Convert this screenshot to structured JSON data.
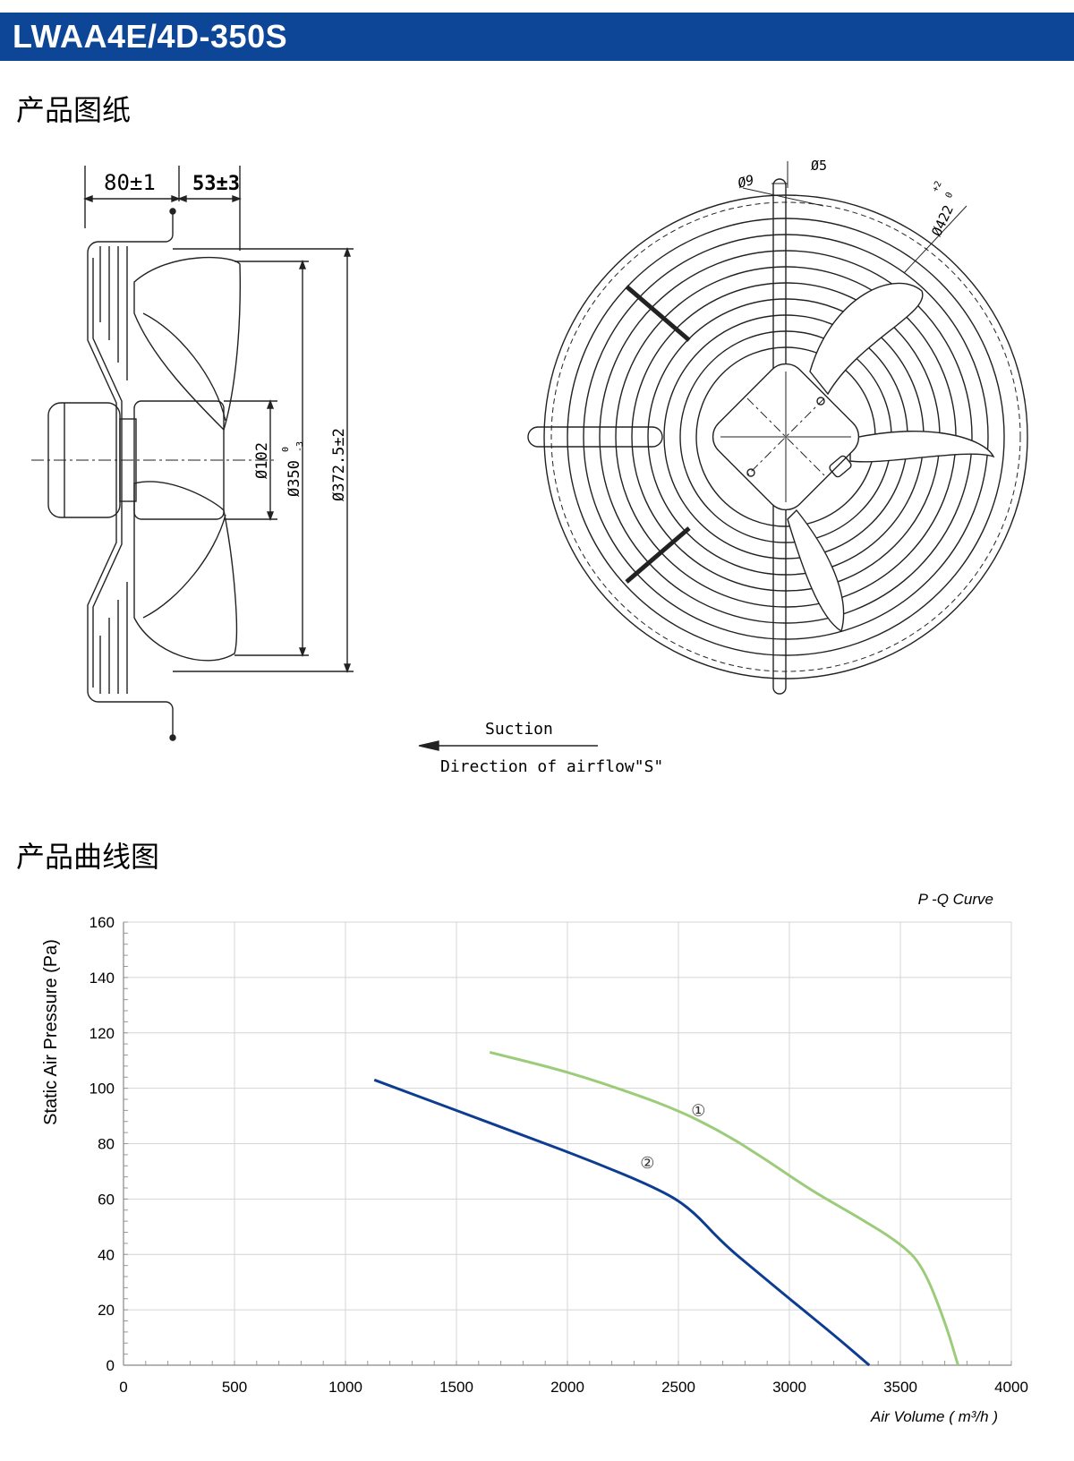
{
  "header": {
    "title": "LWAA4E/4D-350S"
  },
  "sections": {
    "drawing_title": "产品图纸",
    "curve_title": "产品曲线图"
  },
  "drawing": {
    "dim_depth": "80±1",
    "dim_flange": "53±3",
    "dim_hub": "Ø102",
    "dim_blade": "Ø350",
    "dim_blade_tol_top": "0",
    "dim_blade_tol_bottom": "-3",
    "dim_ring": "Ø372.5±2",
    "dim_hole9": "Ø9",
    "dim_hole5": "Ø5",
    "dim_outer": "Ø422",
    "dim_outer_tol_top": "+2",
    "dim_outer_tol_bottom": "0",
    "suction_label": "Suction",
    "airflow_label": "Direction of airflow\"S\""
  },
  "chart_data": {
    "type": "line",
    "title": "P -Q Curve",
    "xlabel": "Air Volume ( m³/h )",
    "ylabel": "Static Air Pressure  (Pa)",
    "xlim": [
      0,
      4000
    ],
    "ylim": [
      0,
      160
    ],
    "xticks": [
      0,
      500,
      1000,
      1500,
      2000,
      2500,
      3000,
      3500,
      4000
    ],
    "yticks": [
      0,
      20,
      40,
      60,
      80,
      100,
      120,
      140,
      160
    ],
    "grid": true,
    "series": [
      {
        "name": "①",
        "color": "#9ccc7a",
        "x": [
          1650,
          2000,
          2300,
          2500,
          2700,
          2900,
          3100,
          3300,
          3500,
          3600,
          3700,
          3760
        ],
        "y": [
          113,
          106,
          98,
          92,
          84,
          74,
          63,
          54,
          44,
          36,
          16,
          0
        ]
      },
      {
        "name": "②",
        "color": "#0d3d91",
        "x": [
          1130,
          1500,
          1800,
          2100,
          2400,
          2550,
          2700,
          2850,
          3000,
          3200,
          3360
        ],
        "y": [
          103,
          92,
          83,
          74,
          64,
          57,
          44,
          34,
          24,
          11,
          0
        ]
      }
    ]
  }
}
